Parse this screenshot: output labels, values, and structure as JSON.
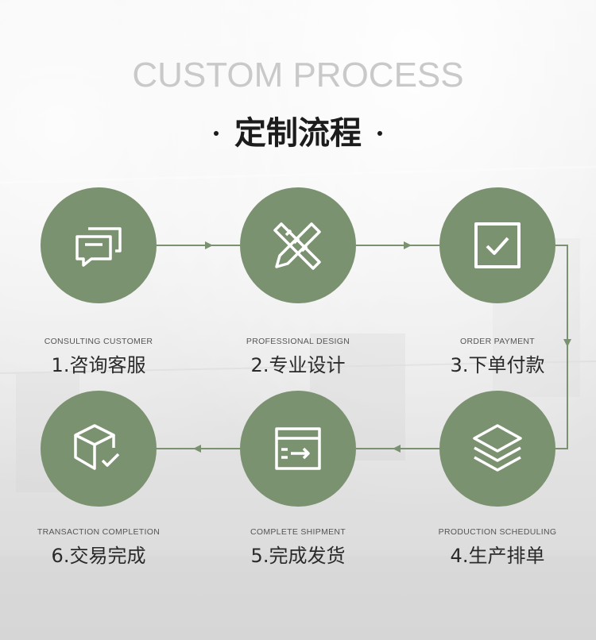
{
  "header": {
    "title_en": "CUSTOM PROCESS",
    "title_zh": "定制流程"
  },
  "steps": [
    {
      "en": "CONSULTING CUSTOMER",
      "zh": "1.咨询客服",
      "icon": "chat-bubbles-icon"
    },
    {
      "en": "PROFESSIONAL DESIGN",
      "zh": "2.专业设计",
      "icon": "ruler-pencil-icon"
    },
    {
      "en": "ORDER PAYMENT",
      "zh": "3.下单付款",
      "icon": "checkbox-icon"
    },
    {
      "en": "PRODUCTION SCHEDULING",
      "zh": "4.生产排单",
      "icon": "layers-icon"
    },
    {
      "en": "COMPLETE SHIPMENT",
      "zh": "5.完成发货",
      "icon": "shipment-box-icon"
    },
    {
      "en": "TRANSACTION COMPLETION",
      "zh": "6.交易完成",
      "icon": "package-check-icon"
    }
  ],
  "colors": {
    "circle": "#7b9271",
    "connector": "#7b9271",
    "title_en": "#c9c9c9",
    "title_zh": "#1c1c1c"
  }
}
